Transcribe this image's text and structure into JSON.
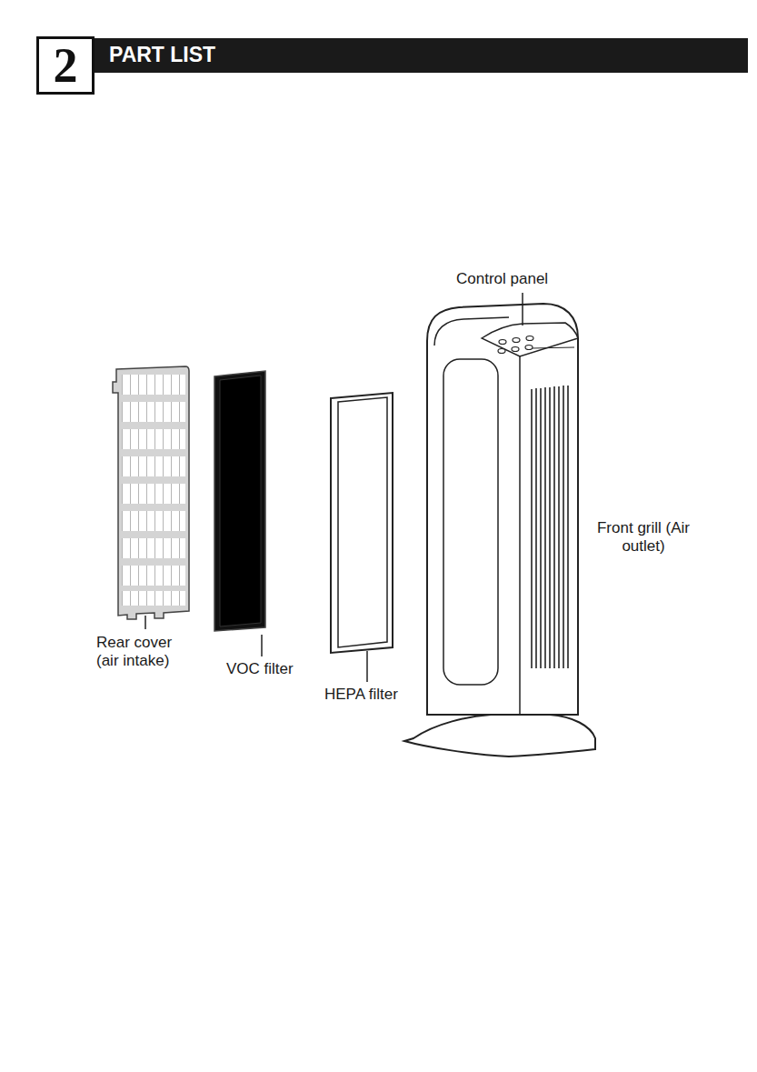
{
  "diagram": {
    "title": "PART LIST",
    "nodes": [
      {
        "text": [
          "2"
        ]
      }
    ],
    "labels": [
      "Control panel",
      "Front grill (Air outlet)",
      "Rear cover (air intake)",
      "VOC filter",
      "HEPA filter"
    ]
  }
}
